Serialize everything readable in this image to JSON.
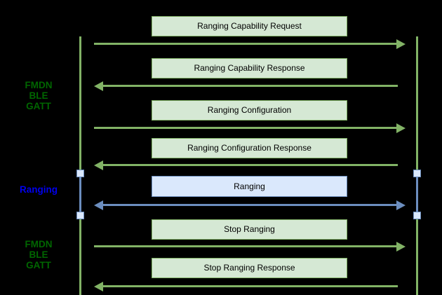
{
  "diagram": {
    "type": "sequence-diagram",
    "colors": {
      "background": "#000000",
      "green_fill": "#d5e8d4",
      "green_stroke": "#82b366",
      "blue_fill": "#dae8fc",
      "blue_stroke": "#6c8ebf",
      "marker_fill": "#dae8fc",
      "label_green": "#006600",
      "label_blue": "#0000ee",
      "message_text": "#000000"
    },
    "phases": [
      {
        "name": "fmdn-ble-gatt-top",
        "lines": [
          "FMDN",
          "BLE",
          "GATT"
        ],
        "color": "#006600"
      },
      {
        "name": "ranging",
        "lines": [
          "Ranging"
        ],
        "color": "#0000ee"
      },
      {
        "name": "fmdn-ble-gatt-bottom",
        "lines": [
          "FMDN",
          "BLE",
          "GATT"
        ],
        "color": "#006600"
      }
    ],
    "messages": [
      {
        "label": "Ranging Capability Request",
        "direction": "right",
        "style": "green"
      },
      {
        "label": "Ranging Capability Response",
        "direction": "left",
        "style": "green"
      },
      {
        "label": "Ranging Configuration",
        "direction": "right",
        "style": "green"
      },
      {
        "label": "Ranging Configuration Response",
        "direction": "left",
        "style": "green"
      },
      {
        "label": "Ranging",
        "direction": "both",
        "style": "blue"
      },
      {
        "label": "Stop Ranging",
        "direction": "right",
        "style": "green"
      },
      {
        "label": "Stop Ranging Response",
        "direction": "left",
        "style": "green"
      }
    ],
    "lifelines": {
      "count": 2,
      "activation_markers": 4
    }
  }
}
